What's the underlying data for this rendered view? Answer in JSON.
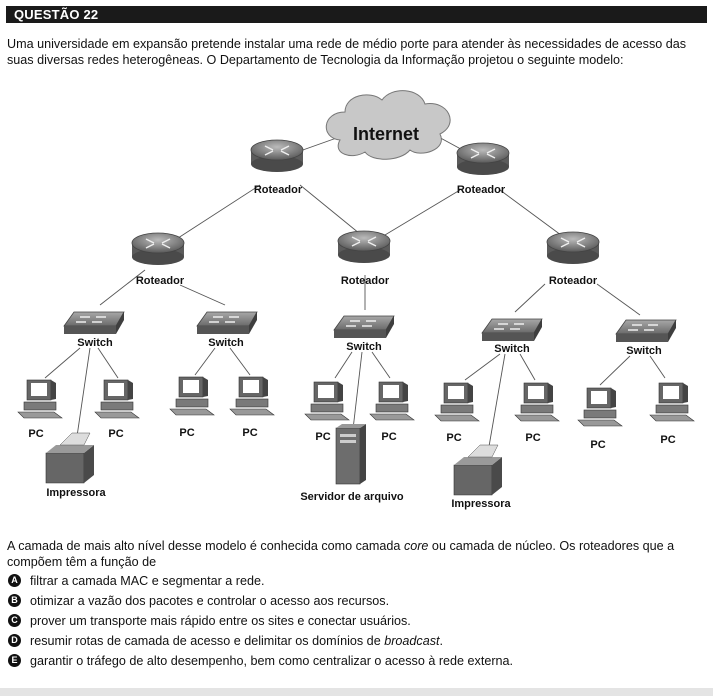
{
  "header": {
    "title": "QUESTÃO 22"
  },
  "intro": "Uma universidade em expansão pretende instalar uma rede de médio porte para atender às necessidades de acesso das suas diversas redes heterogêneas. O Departamento de Tecnologia da Informação projetou o seguinte modelo:",
  "diagram": {
    "internet_label": "Internet",
    "router_label": "Roteador",
    "switch_label": "Switch",
    "pc_label": "PC",
    "printer_label": "Impressora",
    "server_label": "Servidor de arquivo"
  },
  "question": {
    "part1": "A camada de mais alto nível desse modelo é conhecida como camada ",
    "core": "core",
    "part2": " ou camada de núcleo. Os roteadores que a compõem têm a função de"
  },
  "options": [
    {
      "letter": "A",
      "text": "filtrar a camada MAC e segmentar a rede."
    },
    {
      "letter": "B",
      "text": "otimizar a vazão dos pacotes e controlar o acesso aos recursos."
    },
    {
      "letter": "C",
      "text": "prover um transporte mais rápido entre os sites e conectar usuários."
    },
    {
      "letter": "D",
      "text": "resumir rotas de camada de acesso e delimitar os domínios de ",
      "italic": "broadcast",
      "after": "."
    },
    {
      "letter": "E",
      "text": "garantir o tráfego de alto desempenho, bem como centralizar o acesso à rede externa."
    }
  ]
}
